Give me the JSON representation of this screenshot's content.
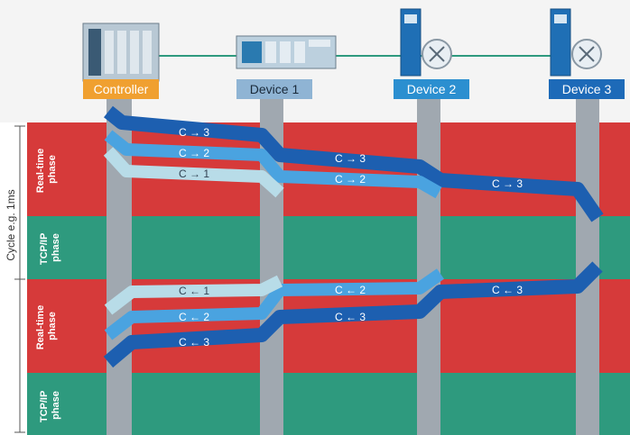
{
  "devices": [
    {
      "label": "Controller",
      "color": "#f0a030"
    },
    {
      "label": "Device 1",
      "color": "#8fb4d4"
    },
    {
      "label": "Device 2",
      "color": "#2b8fd0"
    },
    {
      "label": "Device 3",
      "color": "#1d6ab8"
    }
  ],
  "phases": [
    {
      "label_line1": "Real-time",
      "label_line2": "phase",
      "color": "#d63a3a"
    },
    {
      "label_line1": "TCP/IP",
      "label_line2": "phase",
      "color": "#2e9a7e"
    },
    {
      "label_line1": "Real-time",
      "label_line2": "phase",
      "color": "#d63a3a"
    },
    {
      "label_line1": "TCP/IP",
      "label_line2": "phase",
      "color": "#2e9a7e"
    }
  ],
  "cycle_label": "Cycle e.g. 1ms",
  "messages": [
    {
      "text": "C → 3"
    },
    {
      "text": "C → 2"
    },
    {
      "text": "C → 1"
    },
    {
      "text": "C → 3"
    },
    {
      "text": "C → 2"
    },
    {
      "text": "C → 3"
    },
    {
      "text": "C ← 1"
    },
    {
      "text": "C ← 2"
    },
    {
      "text": "C ← 3"
    },
    {
      "text": "C ← 2"
    },
    {
      "text": "C ← 3"
    },
    {
      "text": "C ← 3"
    }
  ],
  "colors": {
    "bus_line": "#2e9a7e",
    "column": "#a0a8b0",
    "stream_c3": "#1d5fb0",
    "stream_c2": "#4aa3e0",
    "stream_c1": "#b8dce8"
  }
}
